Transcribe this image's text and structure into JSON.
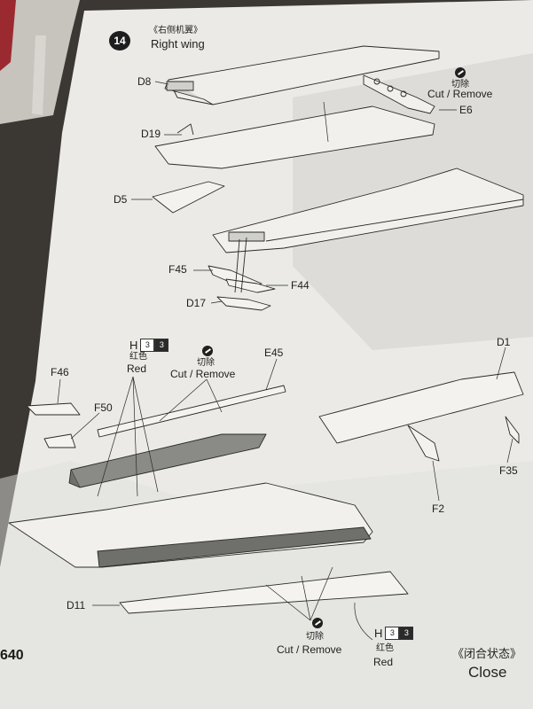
{
  "step": {
    "number": "14",
    "title_cn": "《右侧机翼》",
    "title_en": "Right wing"
  },
  "parts": {
    "D8": "D8",
    "D19": "D19",
    "D5": "D5",
    "F45": "F45",
    "F44": "F44",
    "D17": "D17",
    "E6": "E6",
    "F46": "F46",
    "F50": "F50",
    "E45": "E45",
    "D1": "D1",
    "F35": "F35",
    "F2": "F2",
    "D11": "D11"
  },
  "annotations": {
    "cut_top_cn": "切除",
    "cut_top_en": "Cut / Remove",
    "paint_top_h": "H",
    "paint_top_n1": "3",
    "paint_top_n2": "3",
    "paint_top_cn": "红色",
    "paint_top_en": "Red",
    "cut_mid_cn": "切除",
    "cut_mid_en": "Cut / Remove",
    "cut_bot_cn": "切除",
    "cut_bot_en": "Cut / Remove",
    "paint_bot_h": "H",
    "paint_bot_n1": "3",
    "paint_bot_n2": "3",
    "paint_bot_cn": "红色",
    "paint_bot_en": "Red",
    "close_cn": "《闭合状态》",
    "close_en": "Close"
  },
  "page_number": "640",
  "colors": {
    "paper": "#e9e8e4",
    "shadow": "#c9c8c4",
    "table": "#3a3632",
    "gray_part": "#6f6f6b",
    "line": "#2a2a2a"
  }
}
